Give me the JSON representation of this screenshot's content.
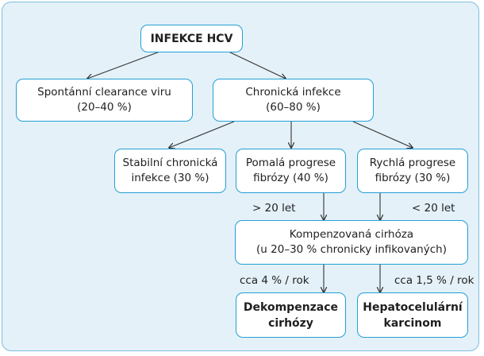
{
  "nodes": {
    "root": {
      "line1": "INFEKCE HCV"
    },
    "spontaneous": {
      "line1": "Spontánní clearance viru",
      "line2": "(20–40 %)"
    },
    "chronic": {
      "line1": "Chronická infekce",
      "line2": "(60–80 %)"
    },
    "stable": {
      "line1": "Stabilní chronická",
      "line2": "infekce (30 %)"
    },
    "slow": {
      "line1": "Pomalá progrese",
      "line2": "fibrózy (40 %)"
    },
    "fast": {
      "line1": "Rychlá progrese",
      "line2": "fibrózy (30 %)"
    },
    "cirrhosis": {
      "line1": "Kompenzovaná cirhóza",
      "line2": "(u 20–30 % chronicky infikovaných)"
    },
    "decomp": {
      "line1": "Dekompenzace",
      "line2": "cirhózy"
    },
    "hcc": {
      "line1": "Hepatocelulární",
      "line2": "karcinom"
    }
  },
  "edge_labels": {
    "slow_years": "> 20 let",
    "fast_years": "< 20 let",
    "decomp_rate": "cca 4 % / rok",
    "hcc_rate": "cca 1,5 % / rok"
  },
  "colors": {
    "border": "#23a0d4",
    "background": "#e4f1f8",
    "arrow": "#333333"
  }
}
